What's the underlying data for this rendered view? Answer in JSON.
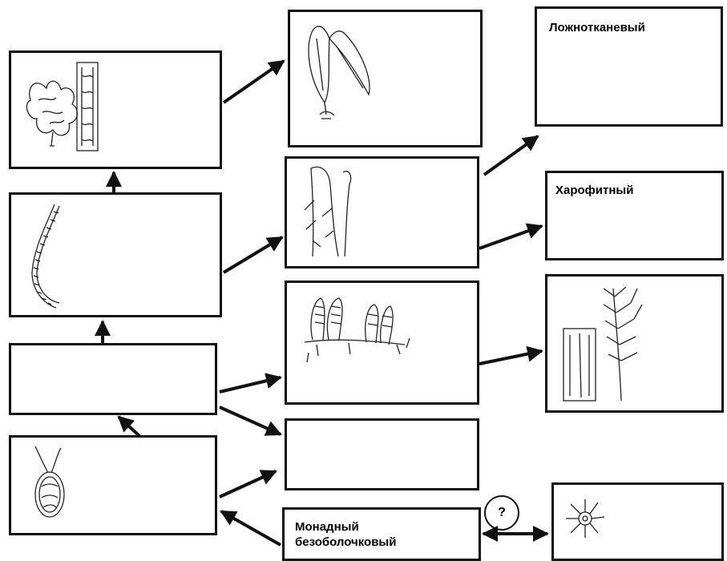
{
  "labels": {
    "pseudo_tissue": "Ложнотканевый",
    "charophyte": "Харофитный",
    "monad_naked": "Монадный\nбезоболочковый",
    "question": "?"
  },
  "colors": {
    "line": "#111111",
    "background": "#ffffff"
  }
}
